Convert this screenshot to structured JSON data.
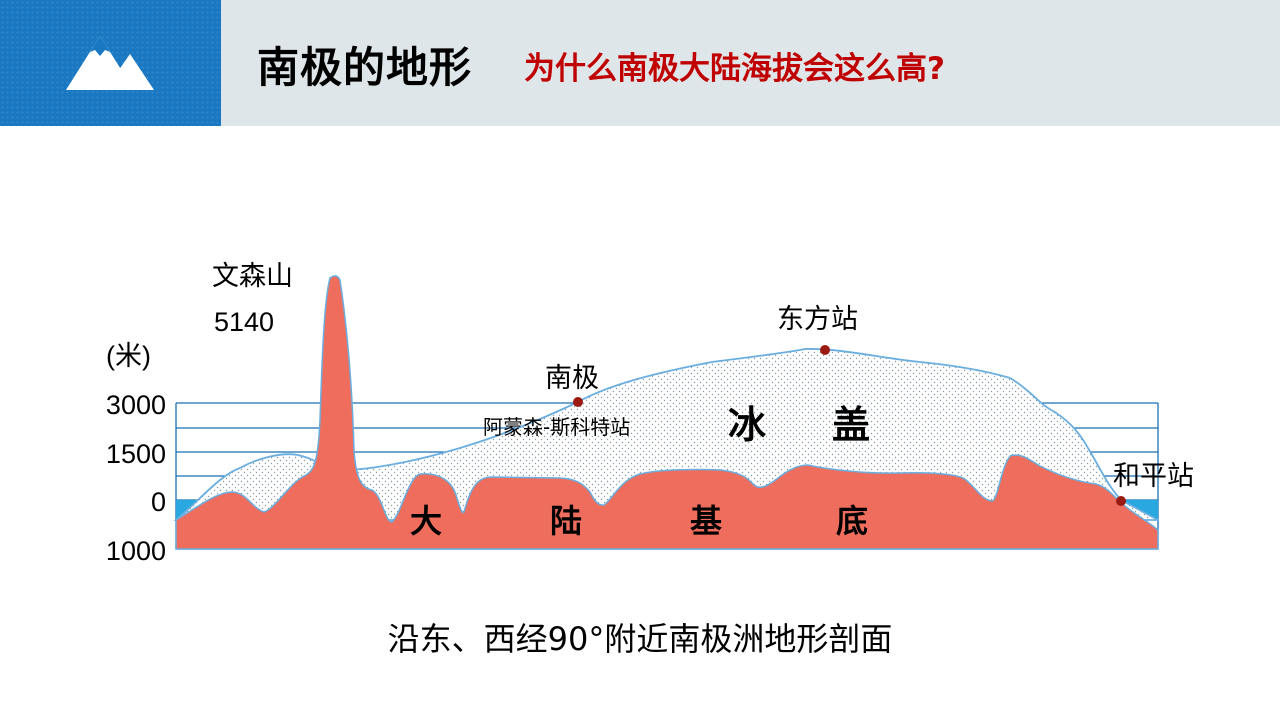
{
  "header": {
    "title": "南极的地形",
    "subtitle": "为什么南极大陆海拔会这么高?",
    "logo_icon": "mountain-icon"
  },
  "diagram": {
    "unit_label": "(米)",
    "y_axis_ticks": [
      "3000",
      "1500",
      "0",
      "1000"
    ],
    "peak_name": "文森山",
    "peak_height": "5140",
    "points": {
      "south_pole": "南极",
      "south_pole_station": "阿蒙森-斯科特站",
      "vostok": "东方站",
      "mirny": "和平站"
    },
    "ice_label": [
      "冰",
      "盖"
    ],
    "continent_label": [
      "大",
      "陆",
      "基",
      "底"
    ]
  },
  "caption": "沿东、西经90°附近南极洲地形剖面",
  "colors": {
    "header_blue": "#1a78c2",
    "header_gray": "#dfe6e9",
    "subtitle_red": "#c00000",
    "land": "#ef6d5c",
    "ice_outline": "#6aaee0",
    "sea": "#29a8e0",
    "station_dot": "#9a1a12"
  }
}
